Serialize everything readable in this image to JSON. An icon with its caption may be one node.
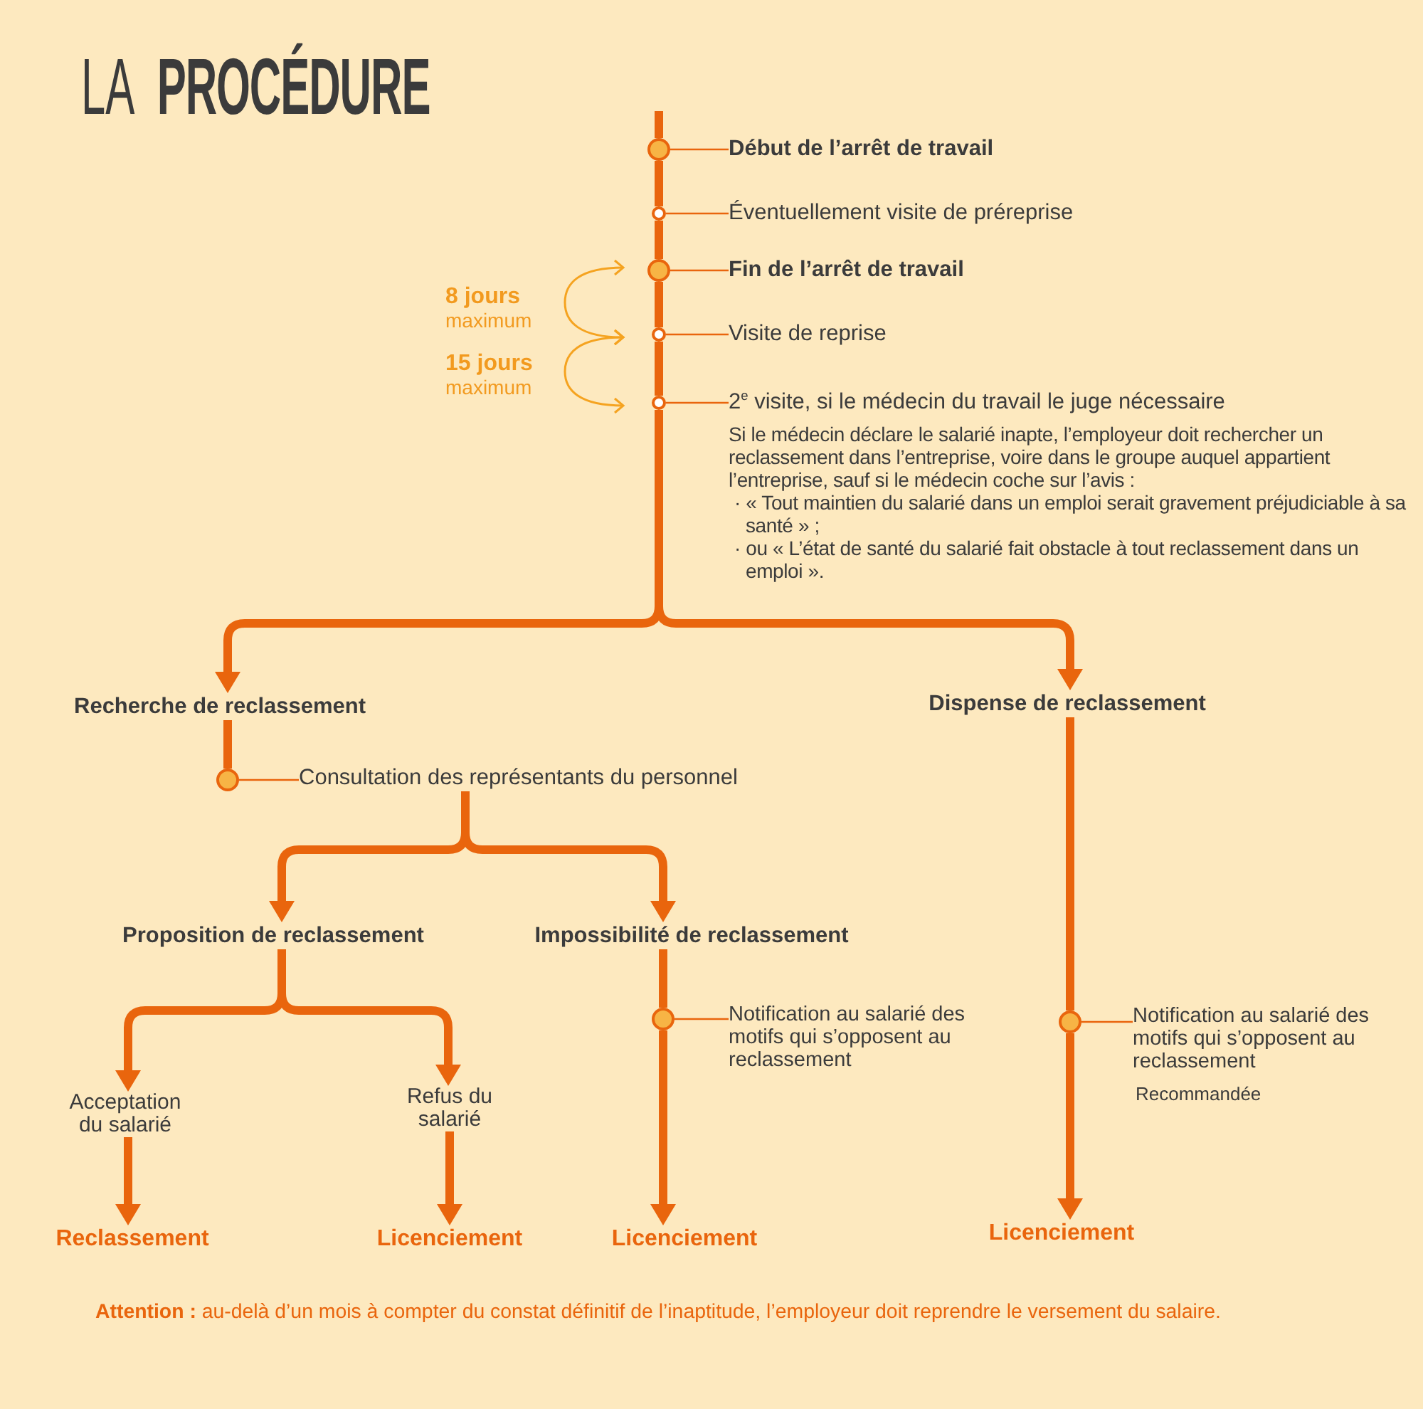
{
  "diagram": {
    "title": "LA **PROCÉDURE**",
    "nodes": [
      {
        "text": [],
        "shape": "circle"
      },
      {
        "text": [
          "Début de l’arrêt de travail"
        ]
      },
      {
        "text": [],
        "shape": "circle"
      },
      {
        "text": [
          "Éventuellement visite de préreprise"
        ]
      },
      {
        "text": [],
        "shape": "circle"
      },
      {
        "text": [
          "Fin de l’arrêt de travail"
        ]
      },
      {
        "text": [],
        "shape": "circle"
      },
      {
        "text": [
          "Visite de reprise"
        ]
      },
      {
        "text": [],
        "shape": "circle"
      },
      {
        "text": [
          "2$^{e}$ visite, si le médecin du travail le juge nécessaire",
          "Si le médecin déclare le salarié inapte, l’employeur doit rechercher un reclassement dans l’entreprise, voire dans le groupe auquel appartient l’entreprise, sauf si le médecin coche sur l’avis :",
          "· « Tout maintien du salarié dans un emploi serait gravement préjudiciable à sa santé » ;",
          "· ou « L’état de santé du salarié fait obstacle à tout reclassement dans un emploi »."
        ]
      },
      {
        "text": [
          "Recherche de reclassement"
        ]
      },
      {
        "text": [
          "Dispense de reclassement"
        ]
      },
      {
        "text": [],
        "shape": "circle"
      },
      {
        "text": [
          "Consultation des représentants du personnel"
        ]
      },
      {
        "text": [
          "Proposition de reclassement"
        ]
      },
      {
        "text": [
          "Impossibilité de reclassement"
        ]
      },
      {
        "text": [
          "Acceptation du salarié"
        ]
      },
      {
        "text": [
          "Refus du salarié"
        ]
      },
      {
        "text": [],
        "shape": "circle"
      },
      {
        "text": [
          "Notification au salarié des motifs qui s’opposent au reclassement"
        ]
      },
      {
        "text": [],
        "shape": "circle"
      },
      {
        "text": [
          "Notification au salarié des motifs qui s’opposent au reclassement",
          "Recommandée"
        ]
      },
      {
        "text": [
          "Reclassement"
        ]
      },
      {
        "text": [
          "Licenciement"
        ]
      },
      {
        "text": [
          "Licenciement"
        ]
      },
      {
        "text": [
          "Licenciement"
        ]
      }
    ],
    "edges": [
      {
        "from": null,
        "to": 0,
        "arrow": "none"
      },
      {
        "from": 0,
        "to": 2,
        "arrow": "none"
      },
      {
        "from": 2,
        "to": 4,
        "arrow": "none"
      },
      {
        "from": 4,
        "to": 6,
        "arrow": "none"
      },
      {
        "from": 6,
        "to": 8,
        "arrow": "none"
      },
      {
        "from": 1,
        "to": 0,
        "arrow": "none"
      },
      {
        "from": 3,
        "to": 2,
        "arrow": "none"
      },
      {
        "from": 5,
        "to": 4,
        "arrow": "none"
      },
      {
        "from": 7,
        "to": 6,
        "arrow": "none"
      },
      {
        "from": 9,
        "to": 8,
        "arrow": "none"
      },
      {
        "from": 8,
        "to": 10,
        "arrow": "to"
      },
      {
        "from": 8,
        "to": 11,
        "arrow": "to"
      },
      {
        "from": 10,
        "to": 12,
        "arrow": "none"
      },
      {
        "from": 13,
        "to": 12,
        "arrow": "none"
      },
      {
        "from": 13,
        "to": 14,
        "arrow": "to"
      },
      {
        "from": 13,
        "to": 15,
        "arrow": "to"
      },
      {
        "from": 14,
        "to": 16,
        "arrow": "to"
      },
      {
        "from": 14,
        "to": 17,
        "arrow": "to"
      },
      {
        "from": 16,
        "to": 22,
        "arrow": "to"
      },
      {
        "from": 17,
        "to": 23,
        "arrow": "to"
      },
      {
        "from": 15,
        "to": 18,
        "arrow": "none"
      },
      {
        "from": 19,
        "to": 18,
        "arrow": "none"
      },
      {
        "from": 18,
        "to": 24,
        "arrow": "to"
      },
      {
        "from": 11,
        "to": 20,
        "arrow": "none"
      },
      {
        "from": 21,
        "to": 20,
        "arrow": "none"
      },
      {
        "from": 20,
        "to": 25,
        "arrow": "to"
      }
    ],
    "labels": [
      "**8 jours** maximum",
      "**15 jours** maximum"
    ],
    "caption": "**Attention :** au-delà d’un mois à compter du constat définitif de l’inaptitude, l’employeur doit reprendre le versement du salaire."
  }
}
